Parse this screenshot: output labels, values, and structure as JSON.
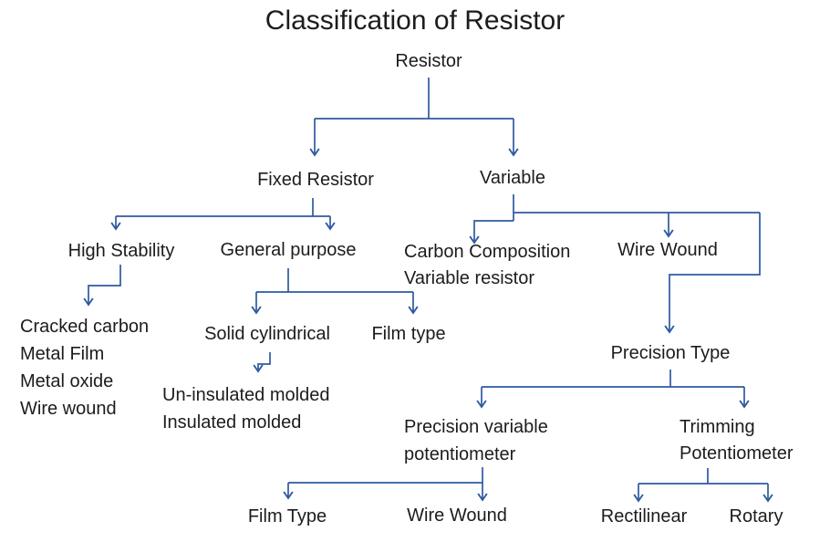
{
  "title": "Classification of Resistor",
  "colors": {
    "line": "#2E5AA0",
    "text": "#1C1C1C"
  },
  "nodes": {
    "root": "Resistor",
    "fixed": "Fixed Resistor",
    "variable": "Variable",
    "high_stability": "High Stability",
    "general_purpose": "General purpose",
    "carbon_composition": [
      "Carbon Composition",
      "Variable resistor"
    ],
    "wire_wound": "Wire Wound",
    "high_stability_types": [
      "Cracked carbon",
      "Metal Film",
      "Metal oxide",
      "Wire wound"
    ],
    "solid_cylindrical": "Solid cylindrical",
    "film_type": "Film type",
    "molded_types": [
      "Un-insulated molded",
      "Insulated molded"
    ],
    "precision_type": "Precision Type",
    "precision_variable": [
      "Precision variable",
      "potentiometer"
    ],
    "trimming": [
      "Trimming",
      "Potentiometer"
    ],
    "film_type2": "Film Type",
    "wire_wound2": "Wire Wound",
    "rectilinear": "Rectilinear",
    "rotary": "Rotary"
  }
}
